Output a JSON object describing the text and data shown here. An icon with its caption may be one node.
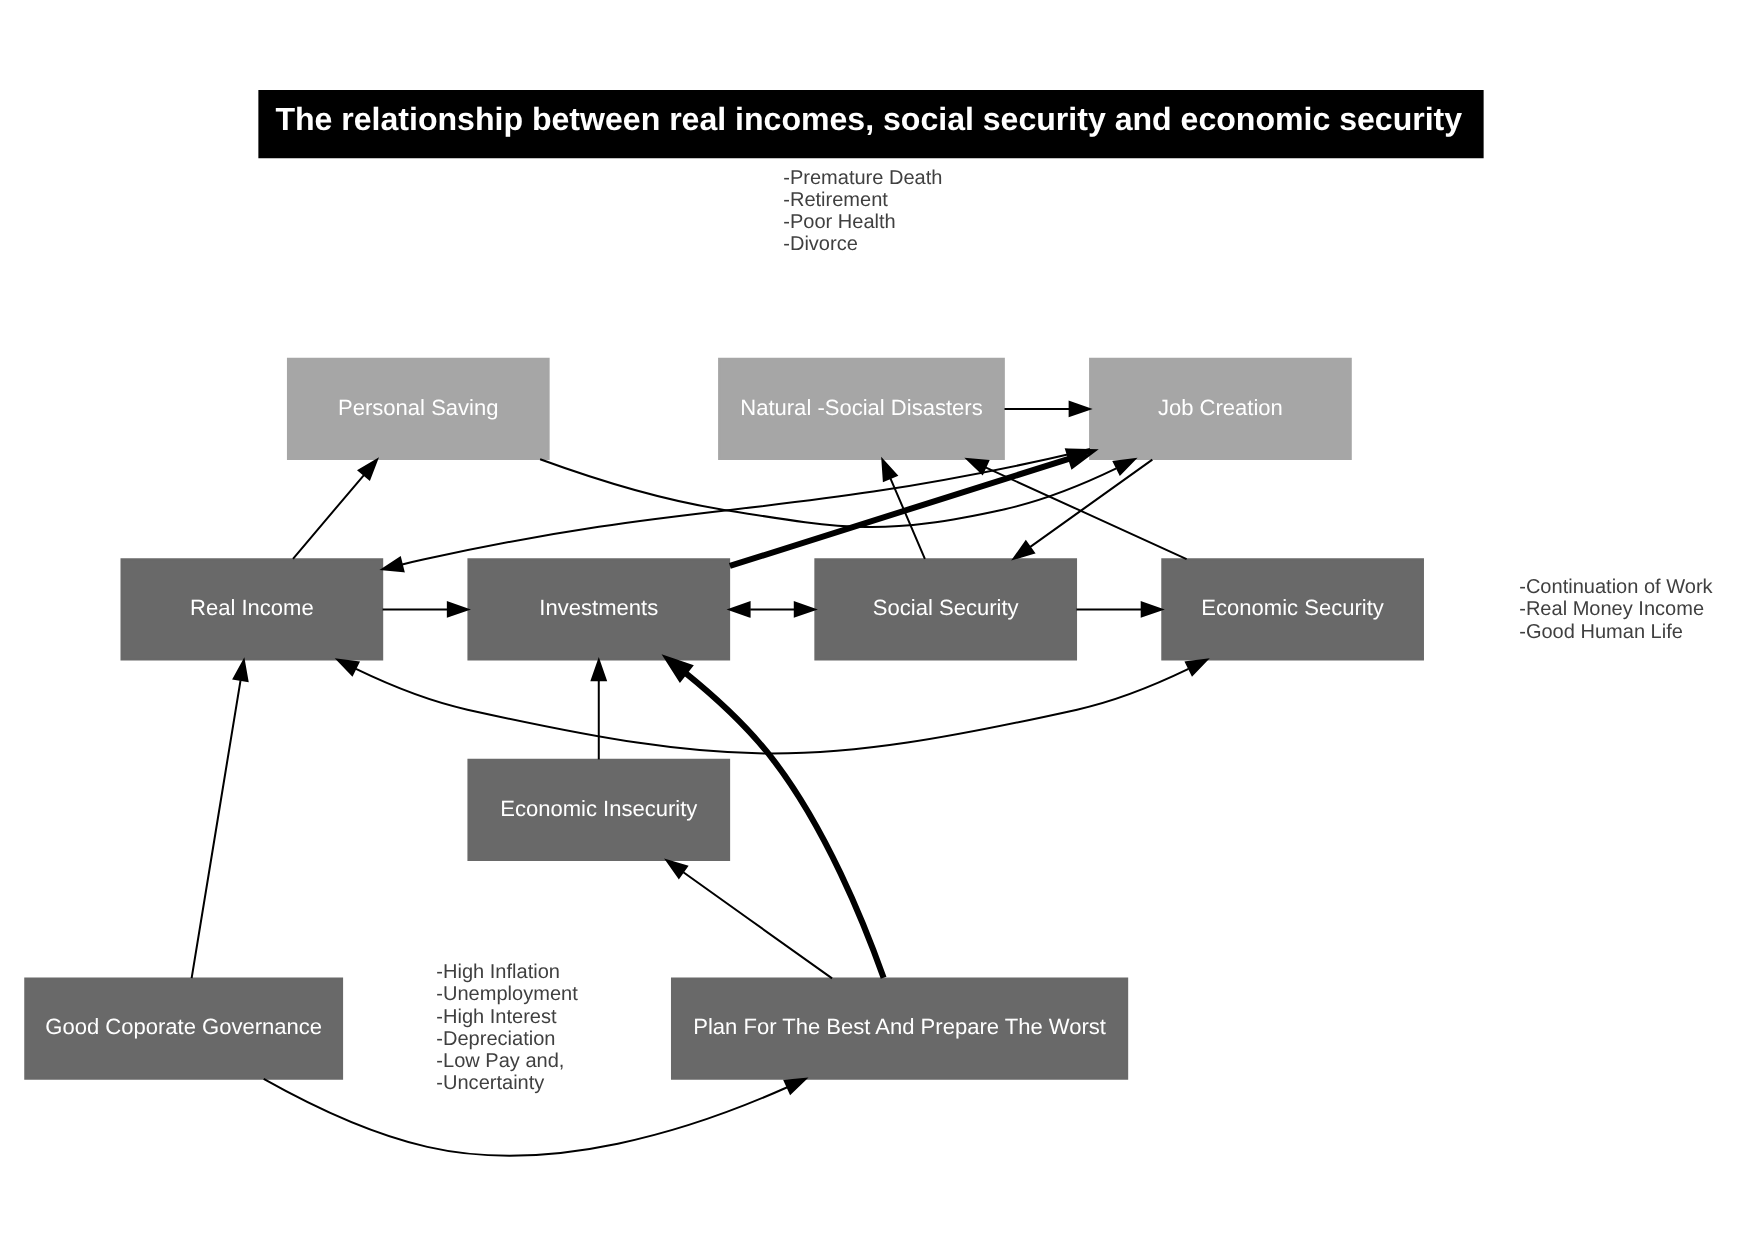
{
  "diagram": {
    "title": "The relationship between real incomes, social security and economic security",
    "nodes": [
      {
        "text": [
          "Personal Saving"
        ]
      },
      {
        "text": [
          "Job Creation"
        ]
      },
      {
        "text": [
          "Natural -Social Disasters"
        ],
        "beside": [
          "-Premature Death",
          "-Retirement",
          "-Poor Health",
          "-Divorce"
        ]
      },
      {
        "text": [
          "Real Income"
        ]
      },
      {
        "text": [
          "Investments"
        ]
      },
      {
        "text": [
          "Social Security"
        ]
      },
      {
        "text": [
          "Economic Security"
        ],
        "beside": [
          "-Continuation of Work",
          "-Real Money Income",
          "-Good Human Life"
        ]
      },
      {
        "text": [
          "Economic Insecurity"
        ],
        "beside": [
          "-High Inflation",
          "-Unemployment",
          "-High Interest",
          "-Depreciation",
          "-Low Pay and,",
          "-Uncertainty"
        ]
      },
      {
        "text": [
          "Good Coporate Governance"
        ]
      },
      {
        "text": [
          "Plan For The Best And Prepare The Worst"
        ]
      }
    ],
    "edges": [
      {
        "from": 0,
        "to": 1,
        "arrow": "to"
      },
      {
        "from": 2,
        "to": 1,
        "arrow": "to"
      },
      {
        "from": 6,
        "to": 2,
        "arrow": "to"
      },
      {
        "from": 3,
        "to": 0,
        "arrow": "to"
      },
      {
        "from": 1,
        "to": 3,
        "arrow": "to"
      },
      {
        "from": 4,
        "to": 1,
        "arrow": "to",
        "style": "thick"
      },
      {
        "from": 1,
        "to": 5,
        "arrow": "to"
      },
      {
        "from": 5,
        "to": 2,
        "arrow": "to"
      },
      {
        "from": 3,
        "to": 4,
        "arrow": "to"
      },
      {
        "from": 4,
        "to": 5,
        "arrow": "both"
      },
      {
        "from": 5,
        "to": 6,
        "arrow": "to"
      },
      {
        "from": 8,
        "to": 3,
        "arrow": "to"
      },
      {
        "from": 9,
        "to": 4,
        "arrow": "to",
        "style": "thick"
      },
      {
        "from": 7,
        "to": 4,
        "arrow": "to"
      },
      {
        "from": 8,
        "to": 9,
        "arrow": "to"
      },
      {
        "from": 9,
        "to": 7,
        "arrow": "to"
      },
      {
        "from": 3,
        "to": 6,
        "arrow": "both"
      }
    ]
  }
}
